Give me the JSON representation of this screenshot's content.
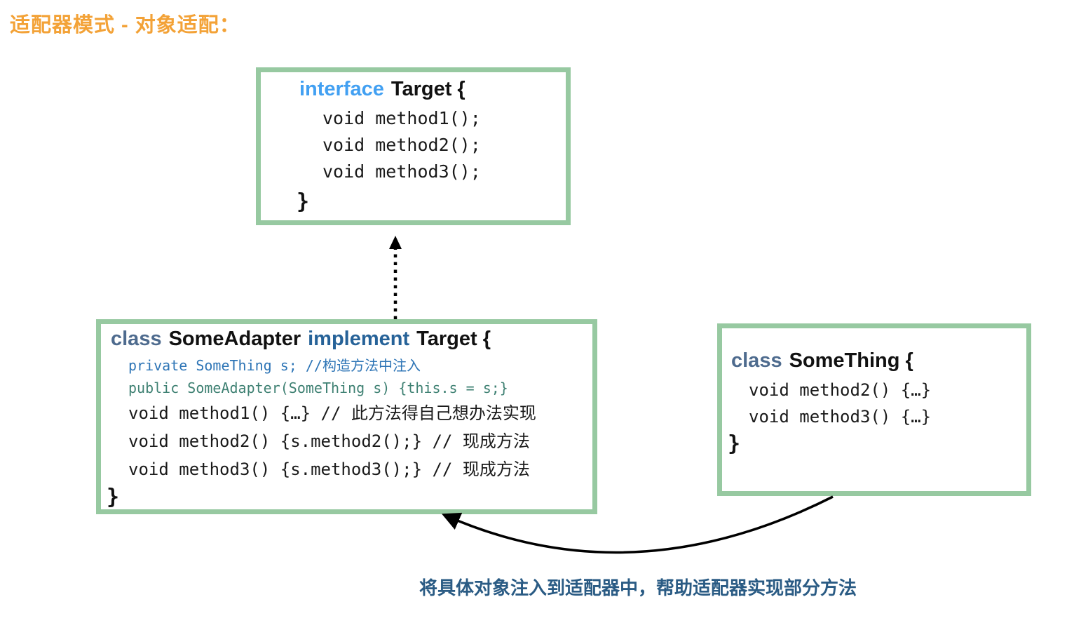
{
  "title": "适配器模式 - 对象适配：",
  "boxes": {
    "target": {
      "keyword": "interface",
      "name": "Target {",
      "lines": [
        "void method1();",
        "void method2();",
        "void method3();"
      ],
      "close": "}"
    },
    "adapter": {
      "kw_class": "class",
      "class_name": "SomeAdapter",
      "kw_implement": "implement",
      "target_name": "Target {",
      "field_line": "private SomeThing s; //构造方法中注入",
      "ctor_line": "public SomeAdapter(SomeThing s) {this.s = s;}",
      "method_lines": [
        "void method1() {…} // 此方法得自己想办法实现",
        "void method2() {s.method2();} // 现成方法",
        "void method3() {s.method3();} // 现成方法"
      ],
      "close": "}"
    },
    "something": {
      "keyword": "class",
      "name": "SomeThing {",
      "lines": [
        "void method2() {…}",
        "void method3() {…}"
      ],
      "close": "}"
    }
  },
  "caption": "将具体对象注入到适配器中，帮助适配器实现部分方法",
  "colors": {
    "box_border_green": "#97c9a1",
    "title_orange": "#f3a237",
    "interface_keyword_blue": "#42a0f2",
    "class_keyword_slate": "#4e6b8e",
    "implement_keyword_blue": "#266298",
    "field_line_blue": "#2e75b6",
    "ctor_line_teal": "#3f8173",
    "caption_blue": "#2a5b84",
    "arrow_black": "#000000"
  }
}
